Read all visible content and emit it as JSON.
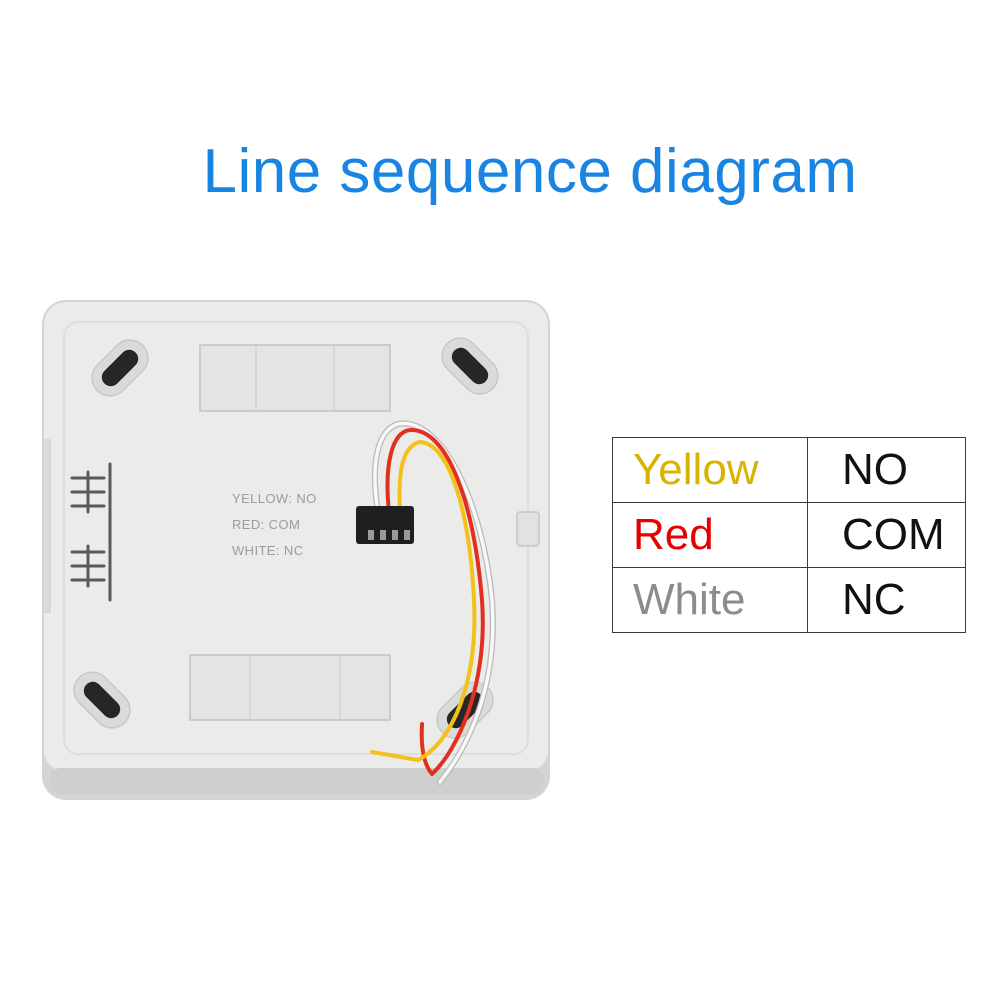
{
  "title": "Line sequence diagram",
  "device": {
    "printed_labels": {
      "yellow": "YELLOW: NO",
      "red": "RED: COM",
      "white": "WHITE: NC"
    }
  },
  "wiring_table": {
    "rows": [
      {
        "wire": "Yellow",
        "terminal": "NO",
        "color": "#d8b300"
      },
      {
        "wire": "Red",
        "terminal": "COM",
        "color": "#e60000"
      },
      {
        "wire": "White",
        "terminal": "NC",
        "color": "#8c8c8c"
      }
    ]
  },
  "colors": {
    "title": "#1a84e3",
    "plate": "#ebebe9",
    "plate_edge": "#d4d4d2",
    "wire_yellow": "#f2c21a",
    "wire_red": "#e2301f",
    "wire_white": "#f8f8f8",
    "wire_white_outline": "#b9b9b9"
  }
}
